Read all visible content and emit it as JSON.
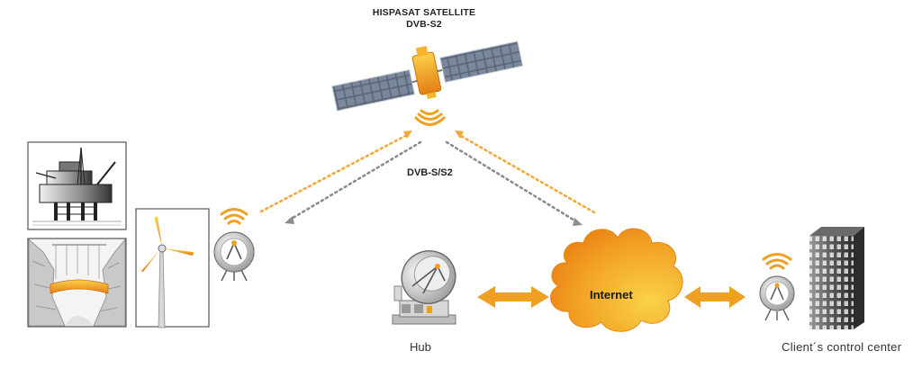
{
  "satellite": {
    "title_line1": "HISPASAT SATELLITE",
    "title_line2": "DVB-S2"
  },
  "link": {
    "label": "DVB-S/S2"
  },
  "cloud": {
    "label": "Internet"
  },
  "hub": {
    "label": "Hub"
  },
  "client": {
    "label": "Client´s control center"
  },
  "colors": {
    "accent": "#F0A020",
    "accent_dark": "#E0781A",
    "accent_light": "#F8C23A",
    "uplink": "#F3A93A",
    "downlink": "#8C8C8C",
    "panel": "#5A6678"
  },
  "icons": [
    "satellite-icon",
    "signal-waves-icon",
    "oil-platform-icon",
    "dam-icon",
    "wind-turbine-icon",
    "vsat-terminal-icon",
    "hub-dish-icon",
    "internet-cloud-icon",
    "building-icon",
    "double-arrow-icon"
  ]
}
